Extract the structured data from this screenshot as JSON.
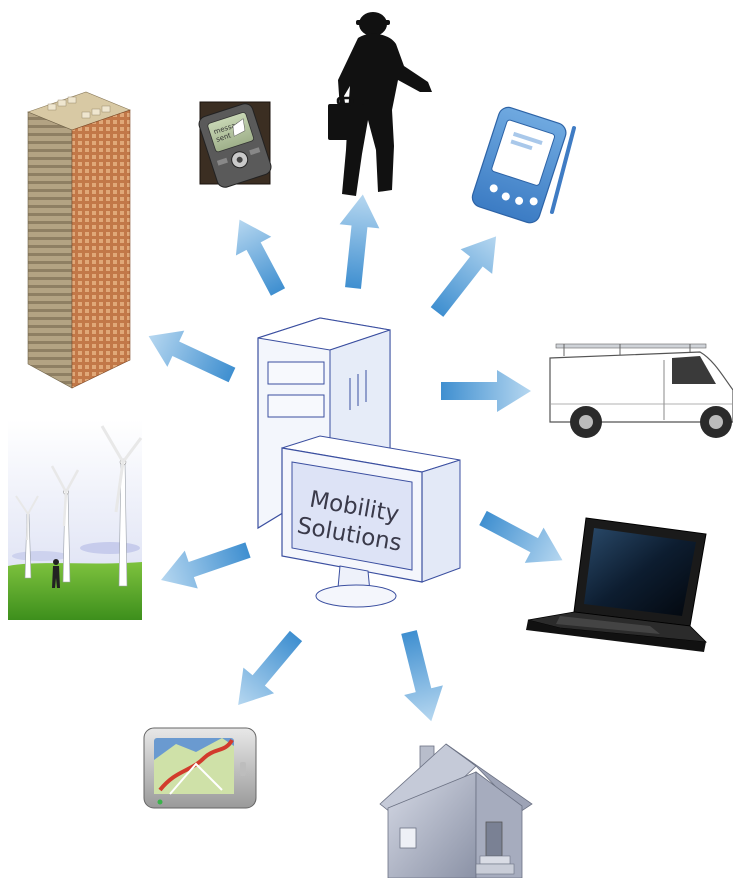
{
  "center": {
    "label_line1": "Mobility",
    "label_line2": "Solutions"
  },
  "phone": {
    "screen_line1": "message",
    "screen_line2": "sent"
  },
  "colors": {
    "arrow_start": "#3f8fd0",
    "arrow_end": "#a9d0ee",
    "server_outline": "#3b4fa0",
    "server_fill": "#f3f6fc",
    "screen_fill": "#dde3f6"
  },
  "nodes": [
    {
      "id": "office-building",
      "icon": "office-building-icon"
    },
    {
      "id": "mobile-phone",
      "icon": "mobile-phone-icon"
    },
    {
      "id": "mobile-worker",
      "icon": "mobile-worker-icon"
    },
    {
      "id": "pda",
      "icon": "pda-icon"
    },
    {
      "id": "delivery-van",
      "icon": "delivery-van-icon"
    },
    {
      "id": "laptop",
      "icon": "laptop-icon"
    },
    {
      "id": "home",
      "icon": "house-icon"
    },
    {
      "id": "gps-navigator",
      "icon": "gps-navigator-icon"
    },
    {
      "id": "wind-farm",
      "icon": "wind-farm-icon"
    }
  ]
}
